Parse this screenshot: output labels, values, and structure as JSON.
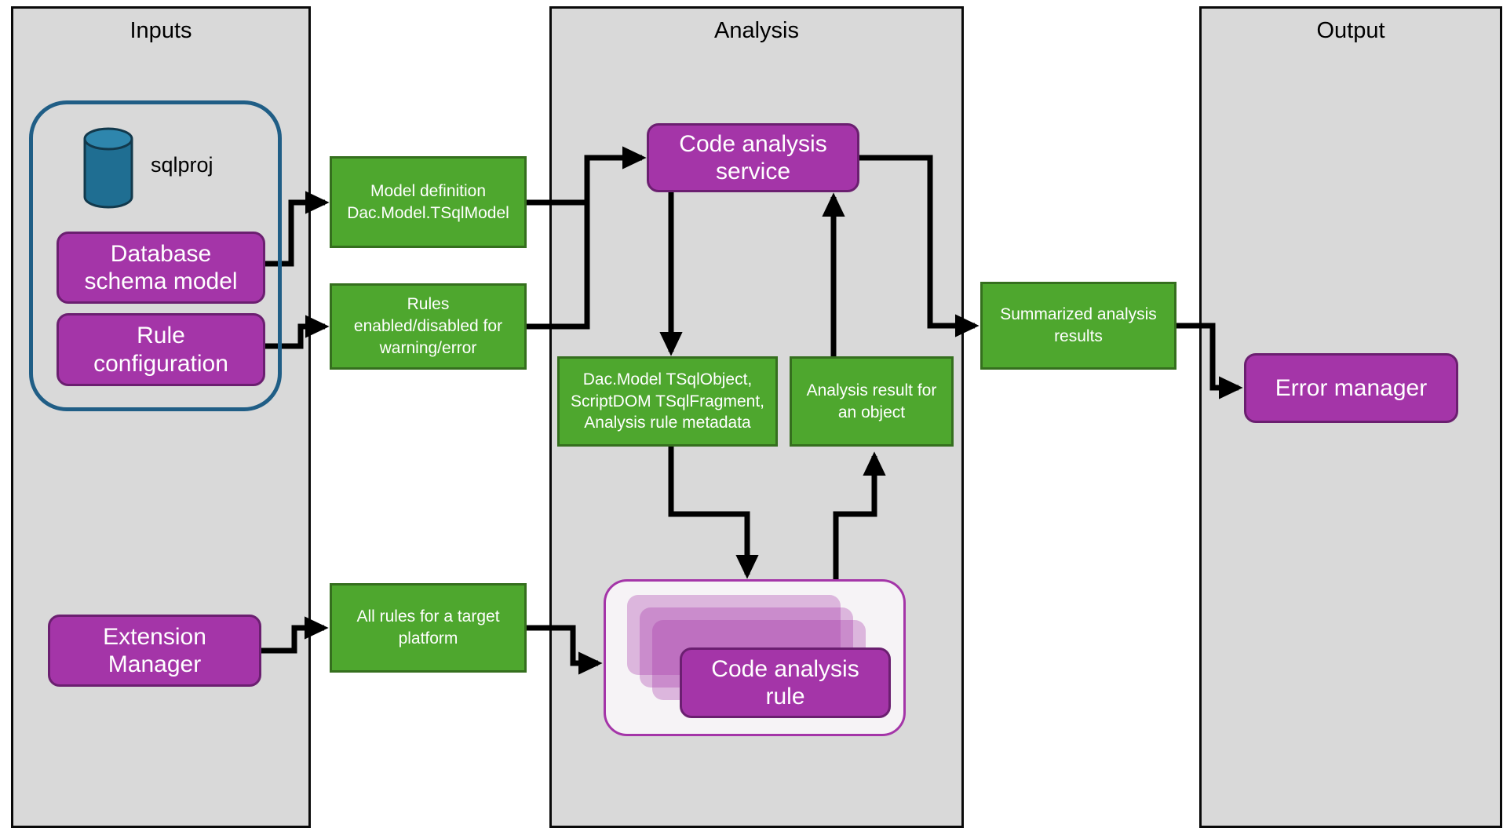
{
  "colors": {
    "panel_bg": "#D9D9D9",
    "purple_box": "#A435A8",
    "green_box": "#4EA72E",
    "cylinder_teal": "#1F6E92",
    "input_group_border_blue": "#205E86",
    "arrow_black": "#000000"
  },
  "panels": {
    "inputs_title": "Inputs",
    "analysis_title": "Analysis",
    "output_title": "Output"
  },
  "inputs": {
    "sqlproj": "sqlproj",
    "database_schema_model": "Database\nschema model",
    "rule_configuration": "Rule\nconfiguration",
    "extension_manager": "Extension\nManager"
  },
  "flows": {
    "model_definition": "Model definition\nDac.Model.TSqlModel",
    "rules_enabled": "Rules\nenabled/disabled for\nwarning/error",
    "all_rules": "All rules for a target\nplatform",
    "object_metadata": "Dac.Model TSqlObject,\nScriptDOM TSqlFragment,\nAnalysis rule metadata",
    "analysis_result": "Analysis result for\nan object",
    "summarized_results": "Summarized analysis\nresults"
  },
  "analysis": {
    "code_analysis_service": "Code analysis\nservice",
    "code_analysis_rule": "Code analysis\nrule"
  },
  "output": {
    "error_manager": "Error manager"
  }
}
